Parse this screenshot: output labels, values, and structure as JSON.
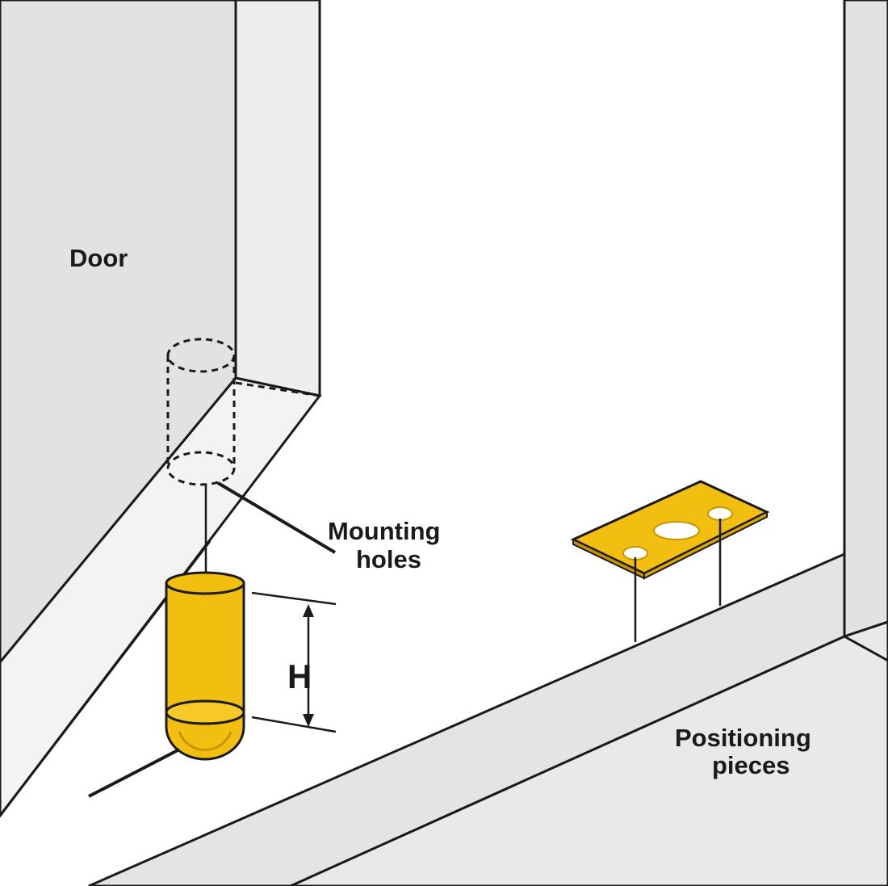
{
  "labels": {
    "door": "Door",
    "mounting_line1": "Mounting",
    "mounting_line2": "holes",
    "positioning_line1": "Positioning",
    "positioning_line2": "pieces",
    "height": "H"
  },
  "colors": {
    "part_fill": "#f2be0f",
    "part_dark": "#c89400",
    "panel_grey": "#e2e2e2",
    "line": "#1a1a1a"
  }
}
